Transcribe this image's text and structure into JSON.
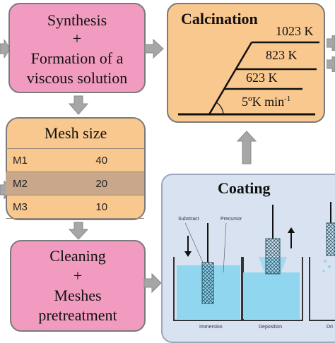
{
  "synthesis": {
    "line1": "Synthesis",
    "line2": "+",
    "line3": "Formation of a",
    "line4": "viscous solution"
  },
  "mesh": {
    "title": "Mesh size",
    "rows": [
      {
        "name": "M1",
        "value": "40"
      },
      {
        "name": "M2",
        "value": "20"
      },
      {
        "name": "M3",
        "value": "10"
      }
    ]
  },
  "cleaning": {
    "line1": "Cleaning",
    "line2": "+",
    "line3": "Meshes",
    "line4": "pretreatment"
  },
  "calcination": {
    "title": "Calcination",
    "t1": "1023 K",
    "t2": "823 K",
    "t3": "623 K",
    "rate_base": "5ºK min",
    "rate_sup": "-1"
  },
  "coating": {
    "title": "Coating",
    "substract": "Substract",
    "precursor": "Precursor",
    "stage1": "Immersion",
    "stage2": "Deposition",
    "stage3": "Dri"
  },
  "colors": {
    "pink": "#f29bc0",
    "orange": "#f9c88e",
    "blue_panel": "#d9e2f0",
    "liquid": "#8fd6ee",
    "arrow": "#a6a6a6"
  }
}
